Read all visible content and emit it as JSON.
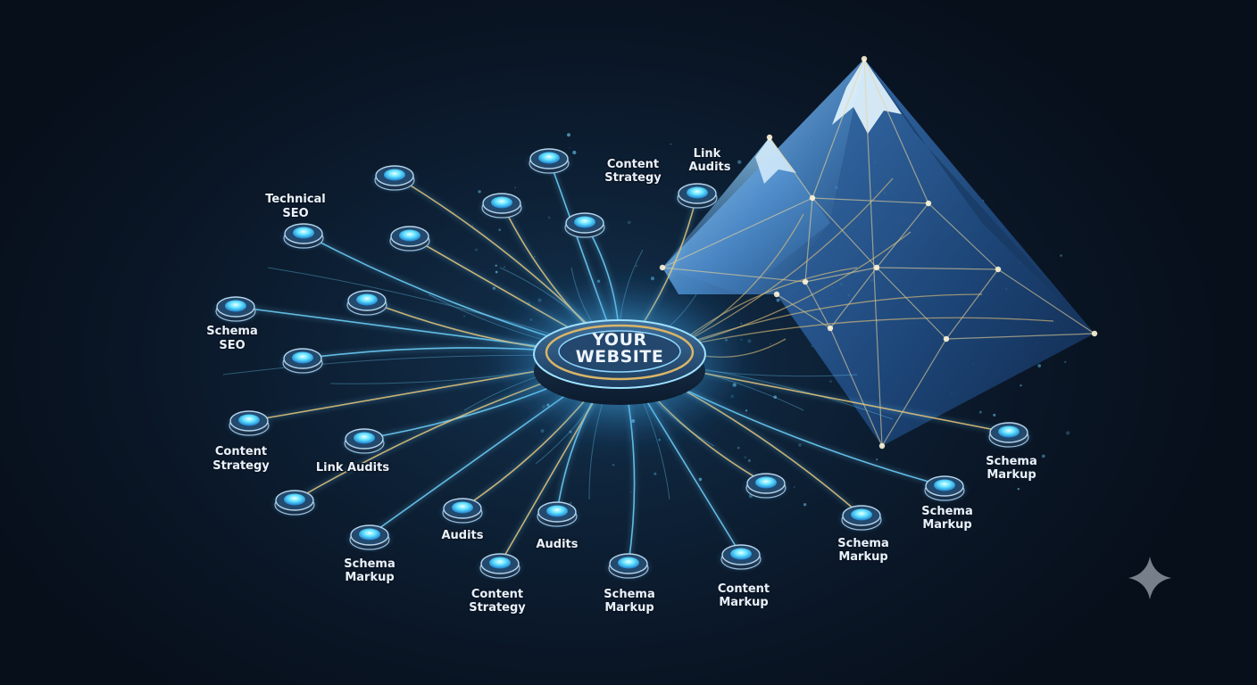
{
  "hub": {
    "line1": "YOUR",
    "line2": "WEBSITE"
  },
  "labels": [
    {
      "id": "technical-seo",
      "lines": [
        "Technical",
        "SEO"
      ]
    },
    {
      "id": "schema-seo",
      "lines": [
        "Schema",
        "SEO"
      ]
    },
    {
      "id": "content-strategy-left",
      "lines": [
        "Content",
        "Strategy"
      ]
    },
    {
      "id": "link-audits-left",
      "lines": [
        "Link Audits"
      ]
    },
    {
      "id": "schema-markup-bottom-left",
      "lines": [
        "Schema",
        "Markup"
      ]
    },
    {
      "id": "audits-left",
      "lines": [
        "Audits"
      ]
    },
    {
      "id": "audits-center",
      "lines": [
        "Audits"
      ]
    },
    {
      "id": "content-strategy-bottom",
      "lines": [
        "Content",
        "Strategy"
      ]
    },
    {
      "id": "schema-markup-bottom",
      "lines": [
        "Schema",
        "Markup"
      ]
    },
    {
      "id": "content-markup-bottom",
      "lines": [
        "Content",
        "Markup"
      ]
    },
    {
      "id": "schema-markup-right-low",
      "lines": [
        "Schema",
        "Markup"
      ]
    },
    {
      "id": "schema-markup-right-mid",
      "lines": [
        "Schema",
        "Markup"
      ]
    },
    {
      "id": "schema-markup-right",
      "lines": [
        "Schema",
        "Markup"
      ]
    },
    {
      "id": "content-strategy-top",
      "lines": [
        "Content",
        "Strategy"
      ]
    },
    {
      "id": "link-audits-top",
      "lines": [
        "Link",
        "Audits"
      ]
    }
  ],
  "colors": {
    "background": "#0b1524",
    "gold_line": "#e9c77a",
    "blue_line": "#6fd3ff",
    "node_core": "#5fe6ff",
    "node_ring": "#9bbcd8",
    "mountain_light": "#9fd2f5",
    "mountain_dark": "#1d4d86",
    "hub_gold": "#d9b567"
  },
  "icons": {
    "sparkle": "sparkle-icon"
  }
}
